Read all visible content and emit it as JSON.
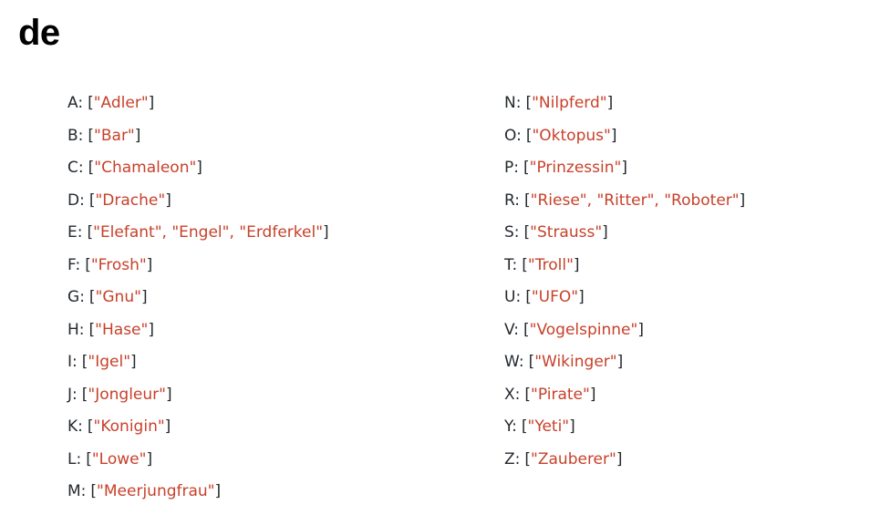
{
  "page": {
    "title": "de",
    "background_color": "#ffffff",
    "key_color": "#24292e",
    "bracket_color": "#24292e",
    "string_color": "#c7412a"
  },
  "syntax": {
    "open_bracket": "[",
    "close_bracket": "]",
    "quote": "\"",
    "separator": ", ",
    "colon": ":"
  },
  "columns": [
    {
      "name": "left-column",
      "entries": [
        {
          "key": "A",
          "values": [
            "Adler"
          ]
        },
        {
          "key": "B",
          "values": [
            "Bar"
          ]
        },
        {
          "key": "C",
          "values": [
            "Chamaleon"
          ]
        },
        {
          "key": "D",
          "values": [
            "Drache"
          ]
        },
        {
          "key": "E",
          "values": [
            "Elefant",
            "Engel",
            "Erdferkel"
          ]
        },
        {
          "key": "F",
          "values": [
            "Frosh"
          ]
        },
        {
          "key": "G",
          "values": [
            "Gnu"
          ]
        },
        {
          "key": "H",
          "values": [
            "Hase"
          ]
        },
        {
          "key": "I",
          "values": [
            "Igel"
          ]
        },
        {
          "key": "J",
          "values": [
            "Jongleur"
          ]
        },
        {
          "key": "K",
          "values": [
            "Konigin"
          ]
        },
        {
          "key": "L",
          "values": [
            "Lowe"
          ]
        },
        {
          "key": "M",
          "values": [
            "Meerjungfrau"
          ]
        }
      ]
    },
    {
      "name": "right-column",
      "entries": [
        {
          "key": "N",
          "values": [
            "Nilpferd"
          ]
        },
        {
          "key": "O",
          "values": [
            "Oktopus"
          ]
        },
        {
          "key": "P",
          "values": [
            "Prinzessin"
          ]
        },
        {
          "key": "R",
          "values": [
            "Riese",
            "Ritter",
            "Roboter"
          ]
        },
        {
          "key": "S",
          "values": [
            "Strauss"
          ]
        },
        {
          "key": "T",
          "values": [
            "Troll"
          ]
        },
        {
          "key": "U",
          "values": [
            "UFO"
          ]
        },
        {
          "key": "V",
          "values": [
            "Vogelspinne"
          ]
        },
        {
          "key": "W",
          "values": [
            "Wikinger"
          ]
        },
        {
          "key": "X",
          "values": [
            "Pirate"
          ]
        },
        {
          "key": "Y",
          "values": [
            "Yeti"
          ]
        },
        {
          "key": "Z",
          "values": [
            "Zauberer"
          ]
        }
      ]
    }
  ]
}
